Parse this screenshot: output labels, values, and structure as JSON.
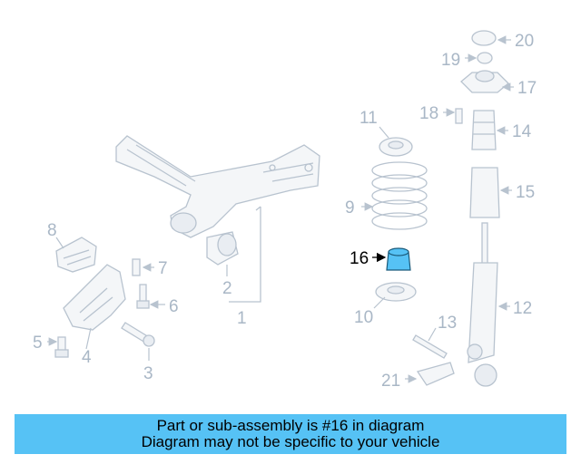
{
  "callouts": {
    "c1": "1",
    "c2": "2",
    "c3": "3",
    "c4": "4",
    "c5": "5",
    "c6": "6",
    "c7": "7",
    "c8": "8",
    "c9": "9",
    "c10": "10",
    "c11": "11",
    "c12": "12",
    "c13": "13",
    "c14": "14",
    "c15": "15",
    "c16": "16",
    "c17": "17",
    "c18": "18",
    "c19": "19",
    "c20": "20",
    "c21": "21"
  },
  "highlight_part": "16",
  "colors": {
    "highlight_fill": "#56c2f5",
    "banner_bg": "#56c2f5",
    "line": "#b8c3cf",
    "label": "#a9b7c6"
  },
  "banner": {
    "line1": "Part or sub-assembly is #16 in diagram",
    "line2": "Diagram may not be specific to your vehicle"
  }
}
